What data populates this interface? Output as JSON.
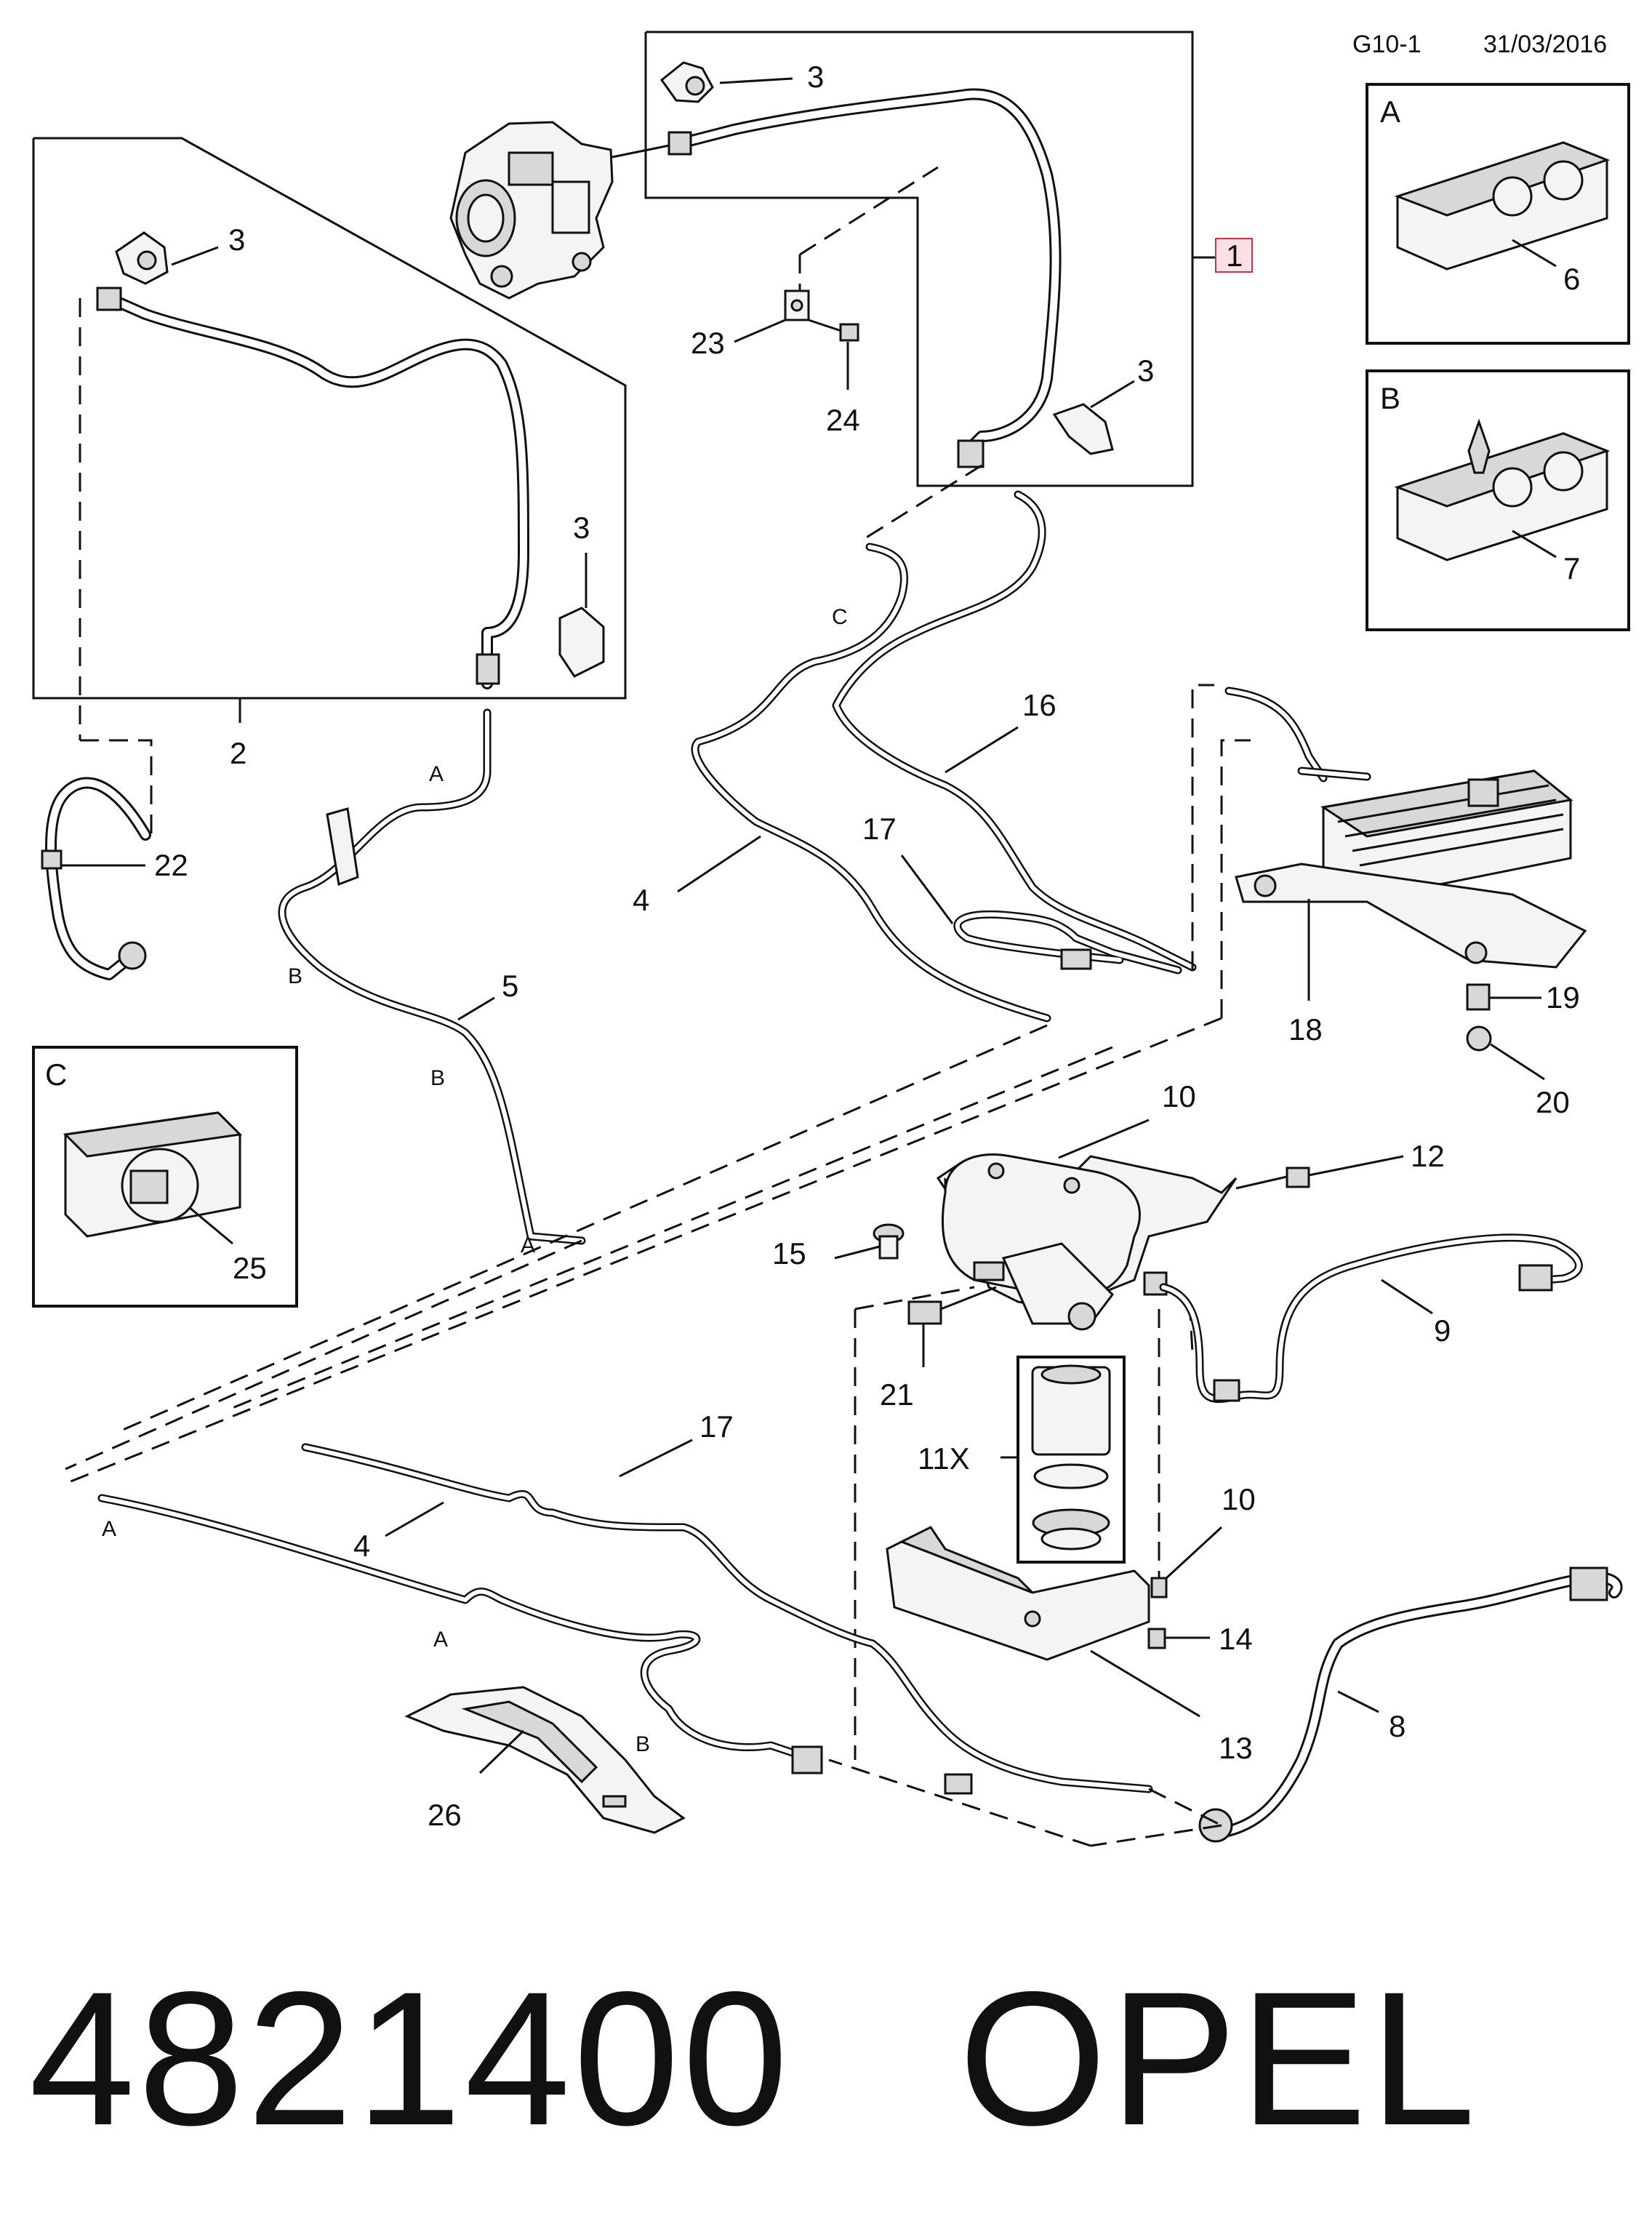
{
  "header": {
    "page_code": "G10-1",
    "date": "31/03/2016"
  },
  "footer": {
    "part_number": "4821400",
    "brand": "OPEL"
  },
  "callouts": {
    "c1": "1",
    "c2": "2",
    "c3a": "3",
    "c3b": "3",
    "c3c": "3",
    "c3d": "3",
    "c4a": "4",
    "c4b": "4",
    "c5": "5",
    "c6": "6",
    "c7": "7",
    "c8": "8",
    "c9": "9",
    "c10a": "10",
    "c10b": "10",
    "c11": "11X",
    "c12": "12",
    "c13": "13",
    "c14": "14",
    "c15": "15",
    "c16": "16",
    "c17a": "17",
    "c17b": "17",
    "c18": "18",
    "c19": "19",
    "c20": "20",
    "c21": "21",
    "c22": "22",
    "c23": "23",
    "c24": "24",
    "c25": "25",
    "c26": "26"
  },
  "section_letters": {
    "a1": "A",
    "a2": "A",
    "a3": "A",
    "a4": "A",
    "b1": "B",
    "b2": "B",
    "b3": "B",
    "c1": "C"
  },
  "detail_boxes": {
    "box_a": "A",
    "box_b": "B",
    "box_c": "C"
  }
}
